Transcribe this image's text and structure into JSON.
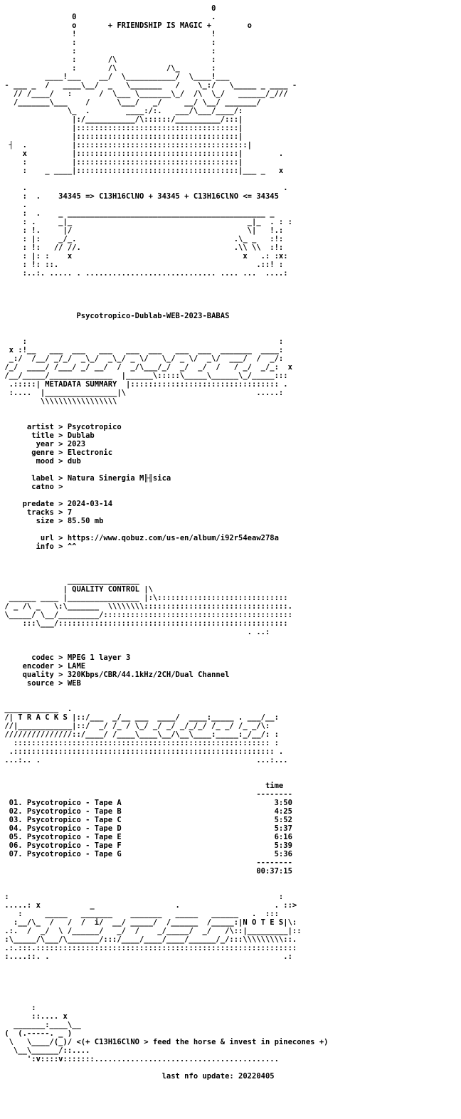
{
  "nfo_lines": [
    "                                               0",
    "                0                              .",
    "                o       + FRIENDSHIP IS MAGIC +        o",
    "                !                              !",
    "                :                              :",
    "                :                              :",
    "                :       /\\                     :",
    "                :       /\\           /\\_       :",
    "          ____!___    __/  \\___________/  \\____!___",
    " - ___ _  /   ____\\__/  _   \\_______   /    \\_:/   \\_____ _ ____ -",
    "   // /____/   :      /  \\___ \\_______\\_/  /\\  \\_/   ______/_///",
    "   /_______\\___    /      \\___/   _/     __/ \\__/ _______/",
    "               \\_  .        ____:/:.   ___/\\___/____/:",
    "                |:/___________/\\::::::/__________/:::|",
    "                |::::::::::::::::::::::::::::::::::::|",
    "                |::::::::::::::::::::::::::::::::::::|",
    "  ┤  .          |::::::::::::::::::::::::::::::::::::::|",
    "     x          |::::::::::::::::::::::::::::::::::::|        .",
    "     :          |::::::::::::::::::::::::::::::::::::|",
    "     :    _ ____|::::::::::::::::::::::::::::::::::::|___ _   x",
    "",
    "     .                                                         .",
    "     :  .    34345 => C13H16ClNO + 34345 + C13H16ClNO <= 34345",
    "     .",
    "     :  .    _ ____________________________________________ _",
    "     : .     _|_                                       _|_  . : :",
    "     : !.     |/                                       \\|   !.:",
    "     : |:    _/_.                                   .\\_ _   :!:",
    "     : !:   // //.                                  .\\\\ \\\\  :!:",
    "     : |: :    x                                      x   .: :x:",
    "     : !: ::.                                            .::! :",
    "     :..:. ..... . ............................. .... ...  ....:",
    "",
    "",
    "",
    "",
    "                 Psycotropico-Dublab-WEB-2023-BABAS",
    "",
    "",
    "     :                                                        :",
    "  x :!__   ___  ___   ___   ___  ___   ___  ___  _______  ____:",
    "  _:/  /__/ _/_/  _\\_/  _\\_/ _ \\/   \\_/ _ \\/  _\\/  ___/  /  _/:",
    " /_/  ____/ /___/ _/ __/  /  _/\\___/_/  _/  _/  /   / _/  _/_:  x",
    " /__/_____/______________  |______\\:::::\\_____\\______\\_/_____:::",
    "  .:::::| METADATA SUMMARY  |::::::::::::::::::::::::::::::::: .",
    "  :....  |________________|\\                             .....:",
    "         \\\\\\\\\\\\\\\\\\\\\\\\\\\\\\\\\\",
    "",
    "",
    "      artist > Psycotropico",
    "       title > Dublab",
    "        year > 2023",
    "       genre > Electronic",
    "        mood > dub",
    "",
    "       label > Natura Sinergia M╟╢sica",
    "       catno >",
    "",
    "     predate > 2024-03-14",
    "      tracks > 7",
    "        size > 85.50 mb",
    "",
    "         url > https://www.qobuz.com/us-en/album/i92r54eaw278a",
    "        info > ^^",
    "",
    "",
    "",
    "               ________________",
    "              | QUALITY CONTROL |\\",
    "  ______ ____ |________________ |:\\:::::::::::::::::::::::::::::",
    " / _ /\\ _   \\:\\_______  \\\\\\\\\\\\\\\\::::::::::::::::::::::::::::::::.",
    " \\_____/ \\__/_________/::::::::::::::::::::::::::::::::::::::::::",
    "     :::\\___/:::::::::::::::::::::::::::::::::::::::::::::::::::",
    "                                                       . ..:",
    "",
    "",
    "       codec > MPEG 1 layer 3",
    "     encoder > LAME",
    "     quality > 320Kbps/CBR/44.1kHz/2CH/Dual Channel",
    "      source > WEB",
    "",
    "",
    " ____________  .                                                  ",
    " /| T R A C K S |::/___  _/__ ___  ____/  ____:_____ . ___/__:",
    " //|____________|::/  _/ /_ / \\_/ _/ _/ _/_/_/ /_ _/ /_ _/\\:",
    " ///////////////::/____/ /____\\____\\__/\\__\\____:_____:_/__/: :",
    "   ::::::::::::::::::::::::::::::::::::::::::::::::::::::::: :",
    "  .:::::::::::::::::::::::::::::::::::::::::::::::::::::::::: .",
    " ...:.. .                                                ...:...",
    "",
    "",
    "                                                           time",
    "                                                         --------",
    "  01. Psycotropico - Tape A                                  3:50",
    "  02. Psycotropico - Tape B                                  4:25",
    "  03. Psycotropico - Tape C                                  5:52",
    "  04. Psycotropico - Tape D                                  5:37",
    "  05. Psycotropico - Tape E                                  6:16",
    "  06. Psycotropico - Tape F                                  5:39",
    "  07. Psycotropico - Tape G                                  5:36",
    "                                                         --------",
    "                                                         00:37:15",
    "",
    "",
    " :                                                            :",
    " .....: x           _                  .                     . ::>",
    "    :     _____   _______    _______   _____   ______   .  :::",
    "   :__/\\_  /   /  /  i/  __/ _____/  /______  /_____:|N O T E S|\\:",
    " .:.  /  _/  \\ /______/   _/  /    _/_____/  _/   /\\::|_________|::",
    " :\\_____/\\___/\\_______/:::/____/____/____/______/_/:::\\\\\\\\\\\\\\\\\\::.",
    " .:.:::.::::::::::::::::::::::::::::::::::::::::::::::::::::::::::",
    " :....::. .                                                    .:",
    "",
    "",
    "",
    "",
    "",
    "       :",
    "       ::.... x",
    "   _______:____\\__",
    " (  (.-----. _ )",
    "  \\   \\____/(_)/ <(+ C13H16ClNO > feed the horse & invest in pinecones +)",
    "   \\__\\______/::....",
    "      ':v::::v:::::::.........................................",
    "",
    "                                    last nfo update: 20220405"
  ]
}
